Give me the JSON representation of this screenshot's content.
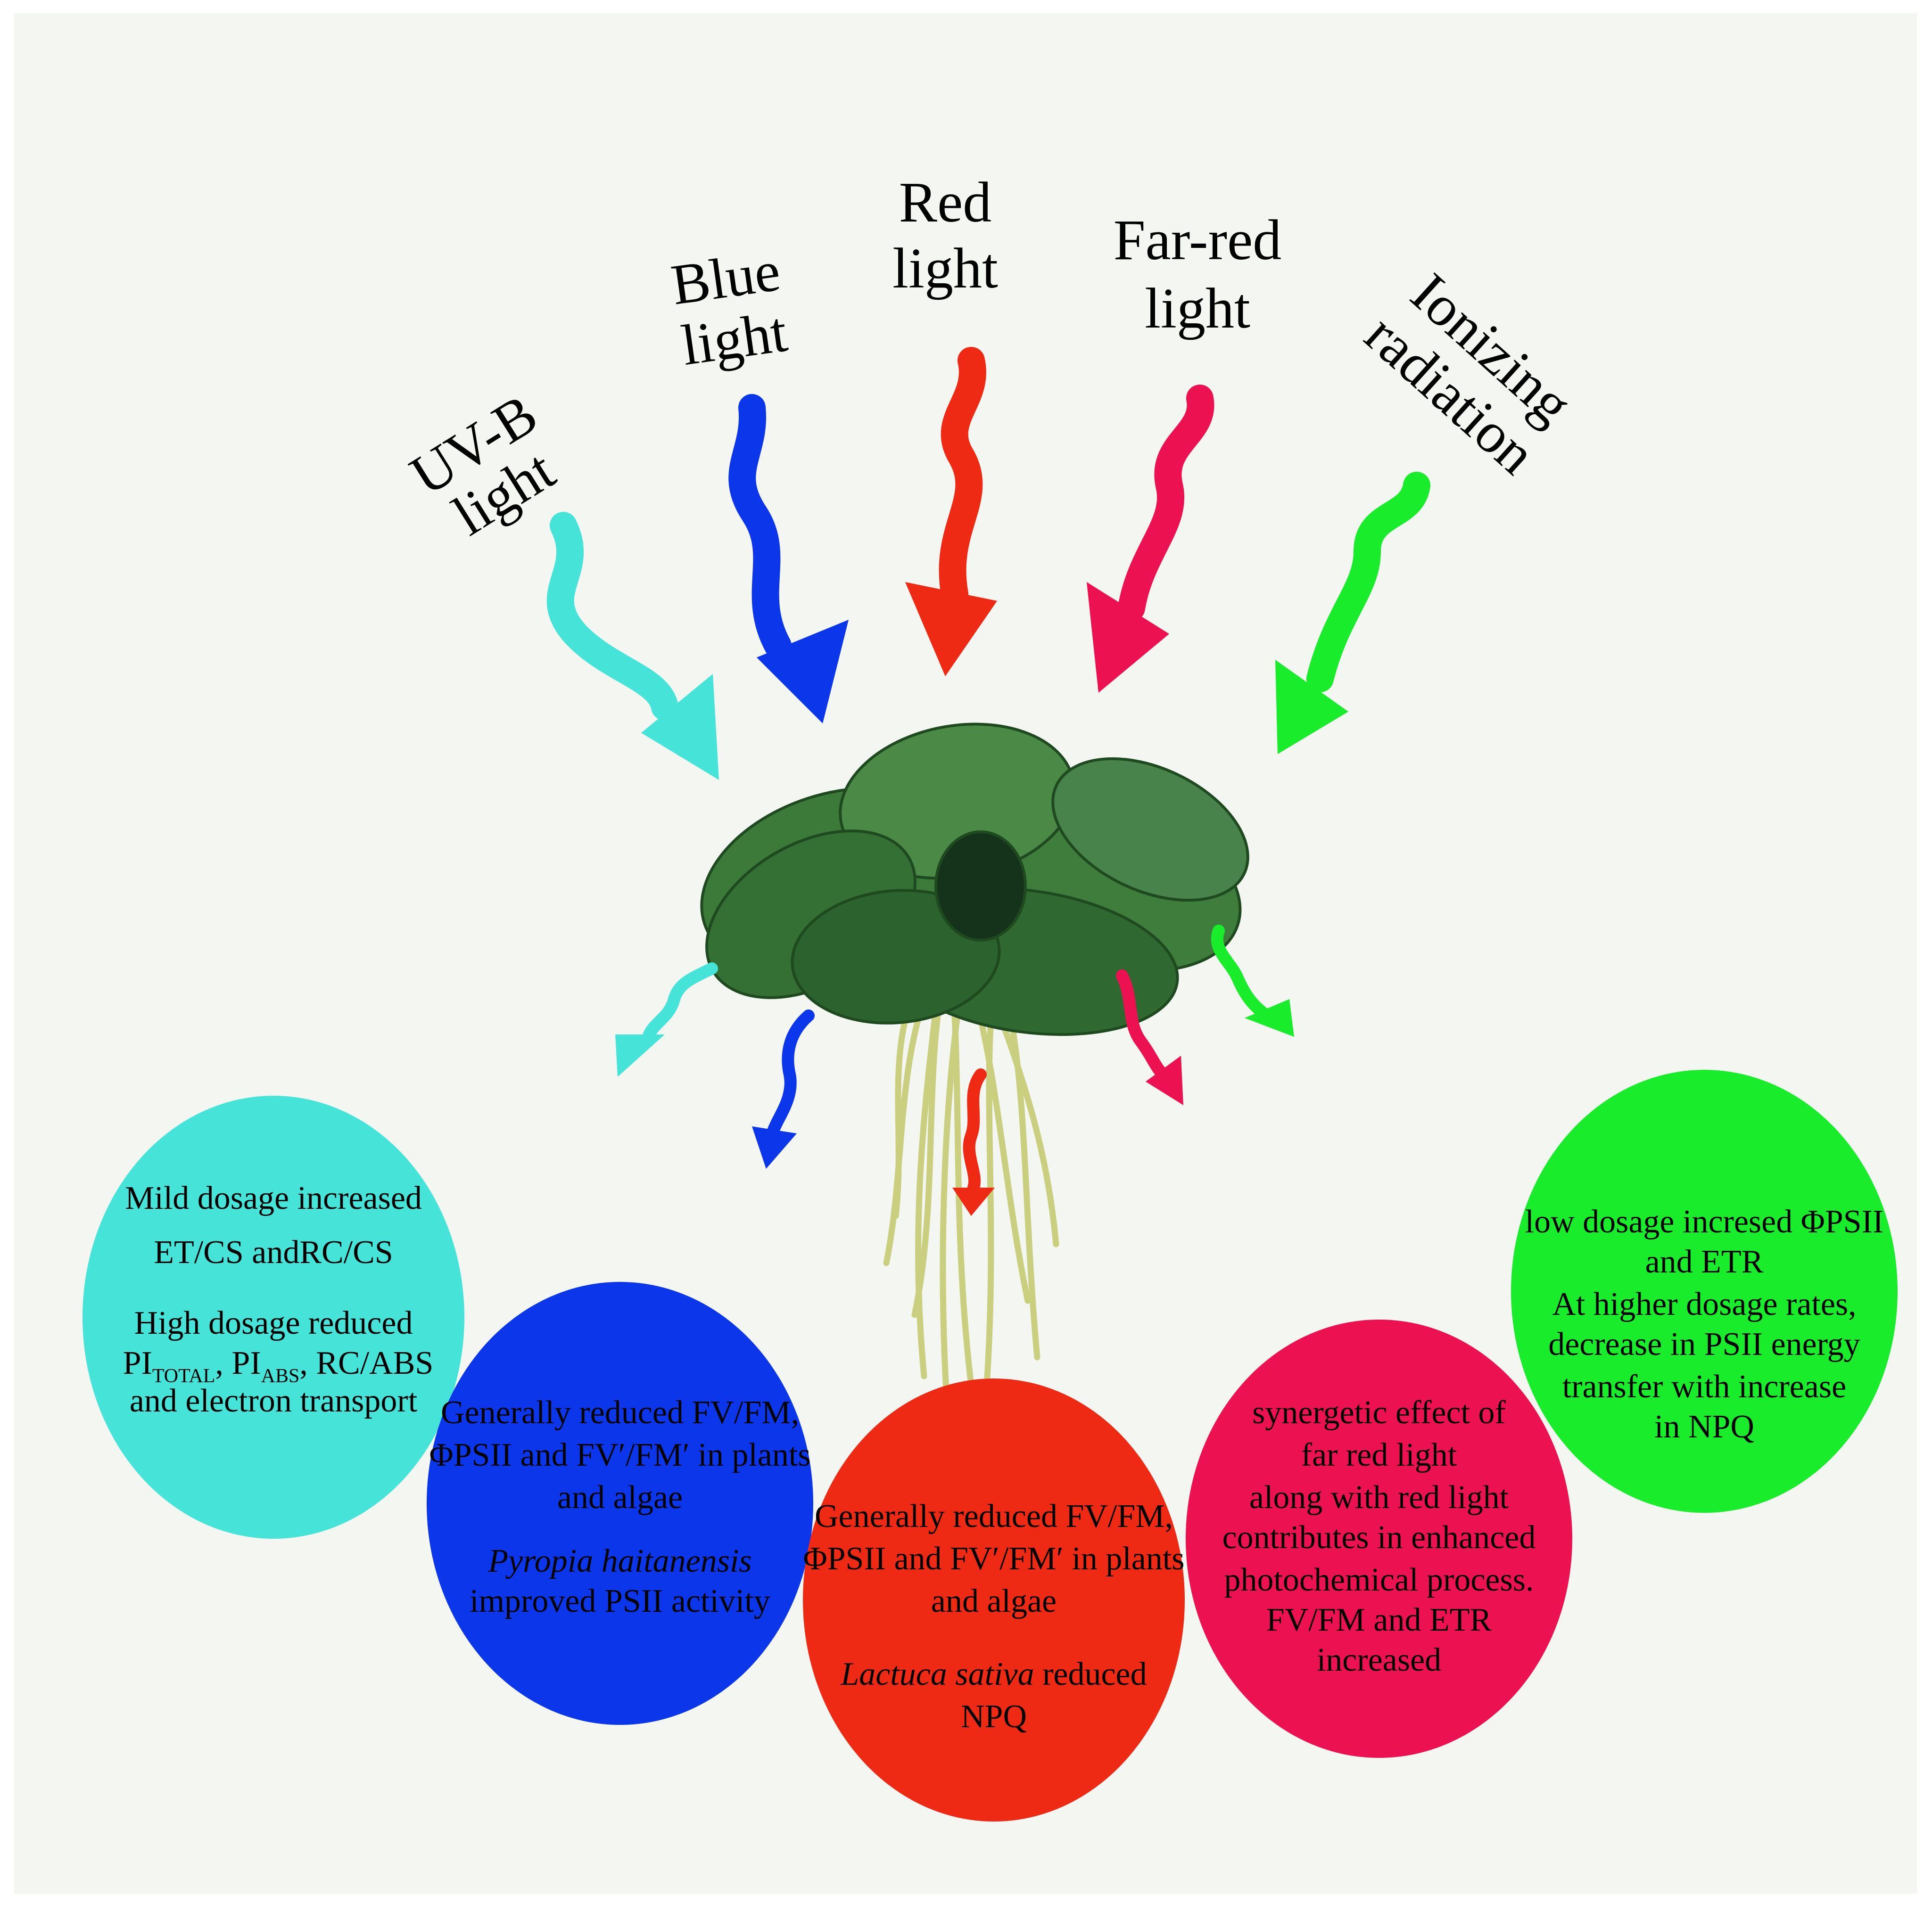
{
  "colors": {
    "uvb": "#46e3d8",
    "blue": "#0b36ea",
    "red": "#ee2a14",
    "farred": "#ec1252",
    "ionizing": "#18ec2b",
    "background": "#f4f6f2"
  },
  "labels": {
    "uvb": [
      "UV-B",
      "light"
    ],
    "blue": [
      "Blue",
      "light"
    ],
    "red": [
      "Red",
      "light"
    ],
    "farred": [
      "Far-red",
      "light"
    ],
    "ionizing": [
      "Ionizing",
      "radiation"
    ]
  },
  "circles": {
    "uvb": {
      "lines": [
        "Mild dosage increased",
        "ET/CS andRC/CS",
        "High dosage reduced"
      ],
      "pi_line": {
        "pi1": "PI",
        "sub1": "TOTAL",
        "sep1": ", ",
        "pi2": "PI",
        "sub2": "ABS",
        "tail": ", RC/ABS"
      },
      "last": "and electron transport"
    },
    "blue": {
      "lines": [
        "Generally reduced FV/FM,",
        "ΦPSII and FV′/FM′ in plants",
        "and algae"
      ],
      "italic": "Pyropia haitanensis",
      "last": "improved PSII activity"
    },
    "red": {
      "lines": [
        "Generally reduced FV/FM,",
        "ΦPSII and FV′/FM′ in plants",
        "and algae"
      ],
      "italic": "Lactuca sativa",
      "italic_tail": " reduced",
      "last": "NPQ"
    },
    "farred": {
      "lines": [
        "synergetic effect of",
        "far red light",
        "along with red light",
        "contributes in enhanced",
        "photochemical process.",
        "FV/FM and ETR",
        "increased"
      ]
    },
    "ionizing": {
      "lines": [
        "low dosage incresed ΦPSII",
        "and ETR",
        "At higher dosage rates,",
        "decrease in PSII energy",
        "transfer with increase",
        "in NPQ"
      ]
    }
  }
}
